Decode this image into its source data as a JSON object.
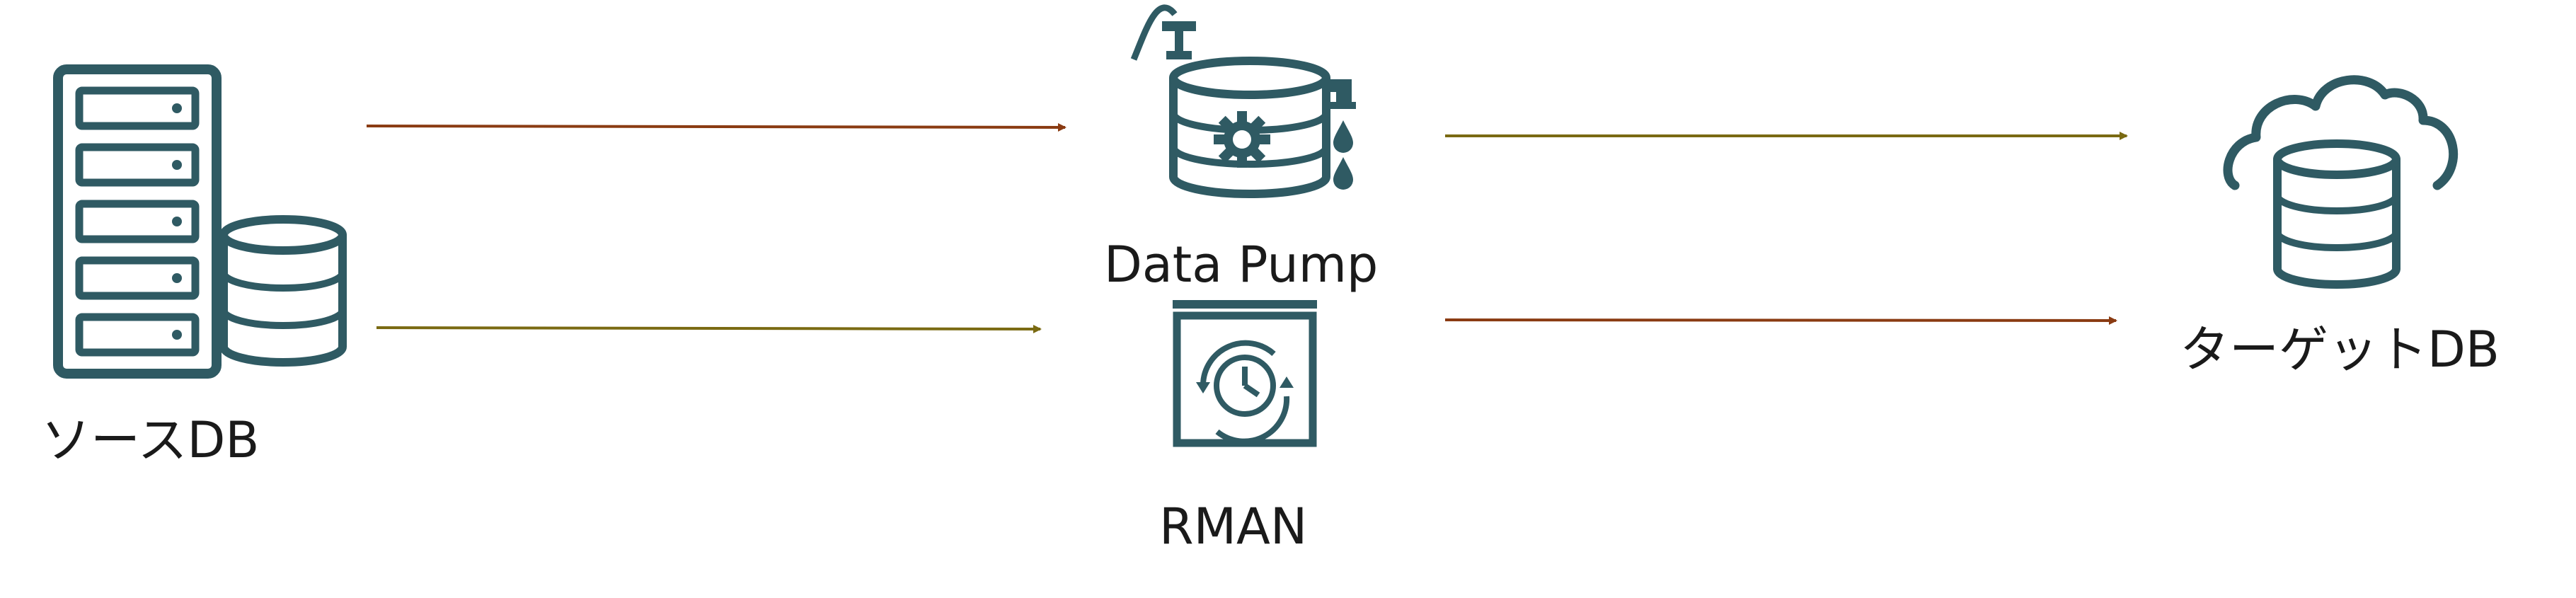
{
  "labels": {
    "source": "ソースDB",
    "data_pump": "Data Pump",
    "rman": "RMAN",
    "target": "ターゲットDB"
  },
  "colors": {
    "icon": "#2f5a63",
    "arrow_red": "#8a3b12",
    "arrow_olive": "#7a6a12",
    "text": "#1a1a1a"
  },
  "icons": {
    "source": [
      "server-rack-icon",
      "database-icon"
    ],
    "data_pump": "database-pump-icon",
    "rman": "backup-clock-icon",
    "target": "cloud-database-icon"
  }
}
